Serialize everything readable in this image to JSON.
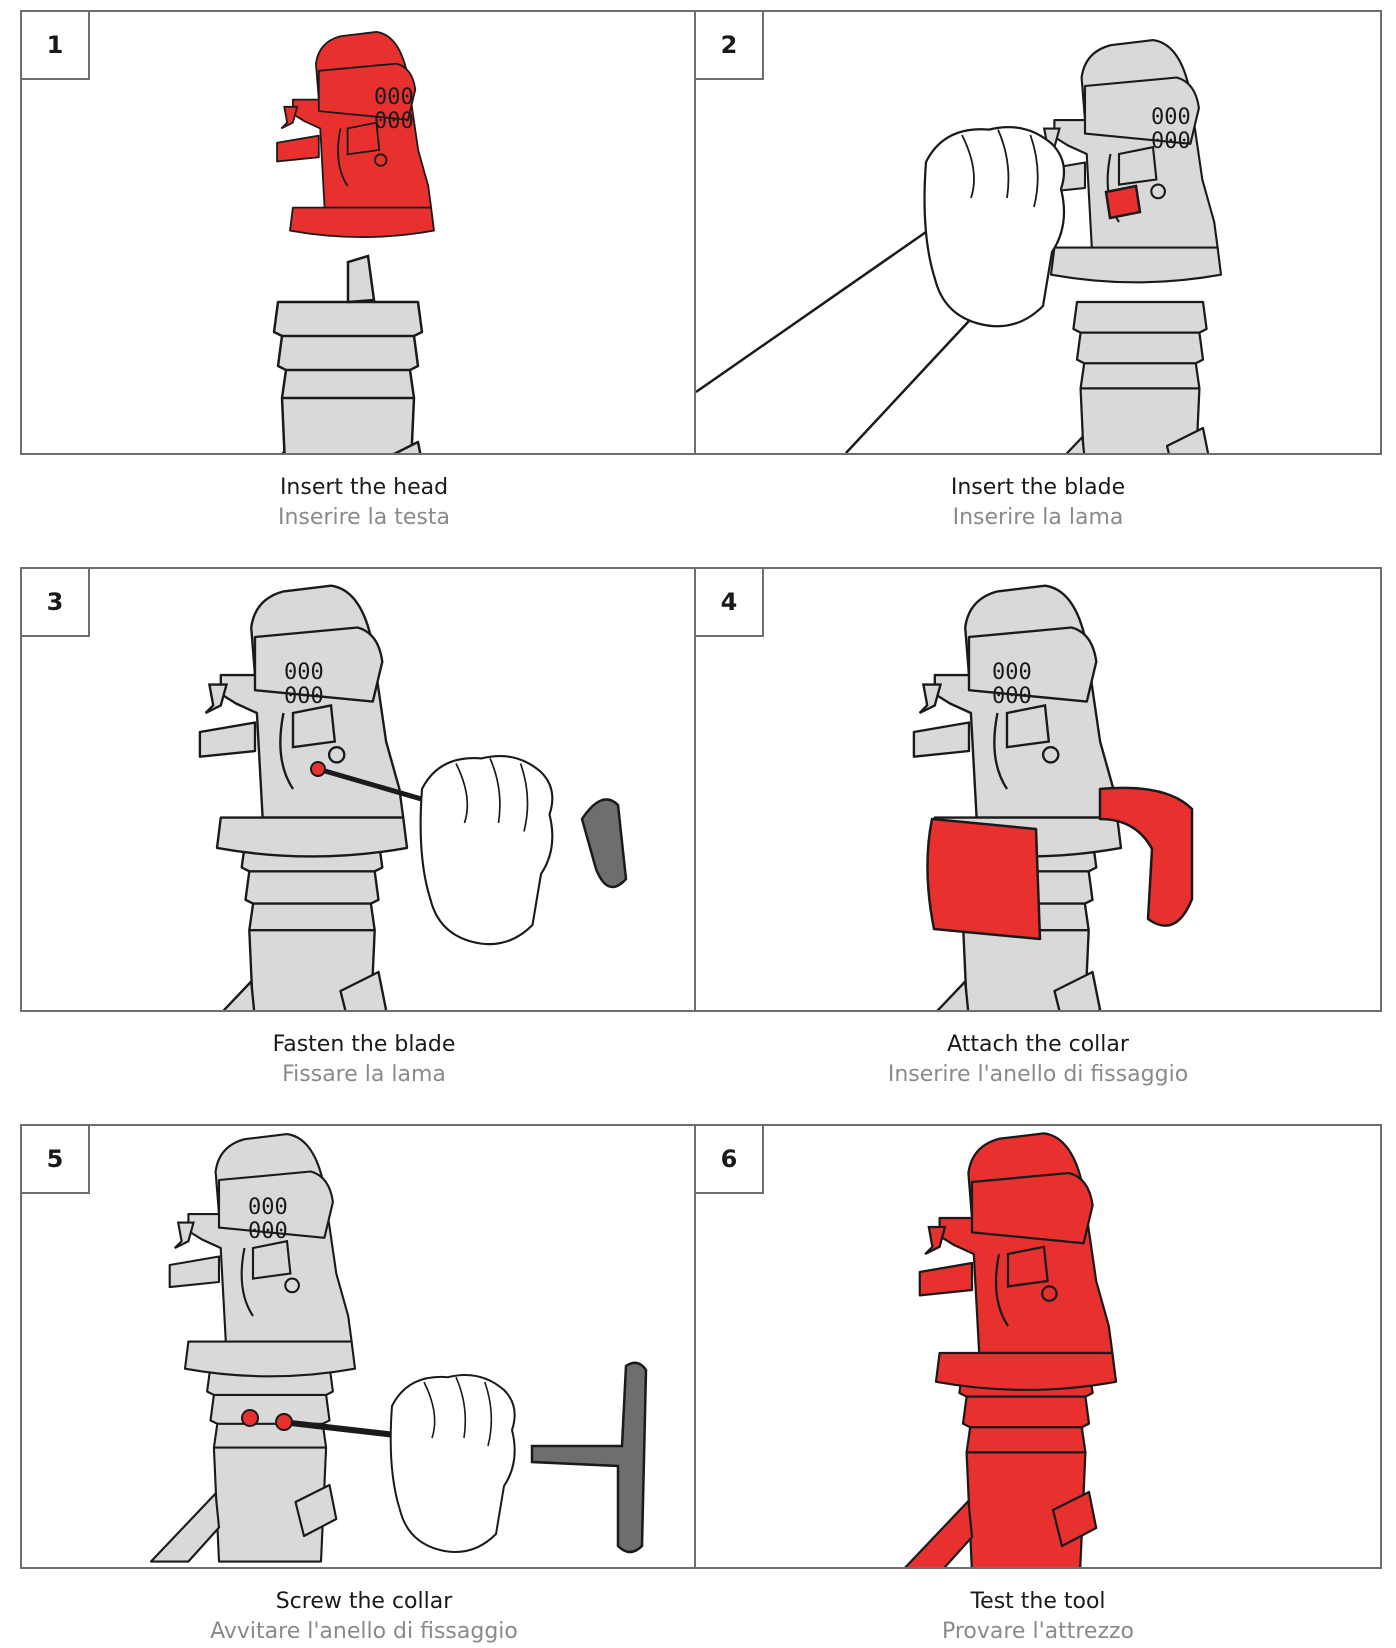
{
  "colors": {
    "accent": "#e8302f",
    "body": "#d9d9d9",
    "outline": "#1a1a1a",
    "border": "#6e6e6e",
    "secondary_text": "#8a8a8a"
  },
  "steps": [
    {
      "number": "1",
      "title": "Insert the head",
      "subtitle": "Inserire la testa"
    },
    {
      "number": "2",
      "title": "Insert the blade",
      "subtitle": "Inserire la lama"
    },
    {
      "number": "3",
      "title": "Fasten the blade",
      "subtitle": "Fissare la lama"
    },
    {
      "number": "4",
      "title": "Attach the collar",
      "subtitle": "Inserire l'anello di fissaggio"
    },
    {
      "number": "5",
      "title": "Screw the collar",
      "subtitle": "Avvitare l'anello di fissaggio"
    },
    {
      "number": "6",
      "title": "Test the tool",
      "subtitle": "Provare l'attrezzo"
    }
  ],
  "head_marking": "000"
}
